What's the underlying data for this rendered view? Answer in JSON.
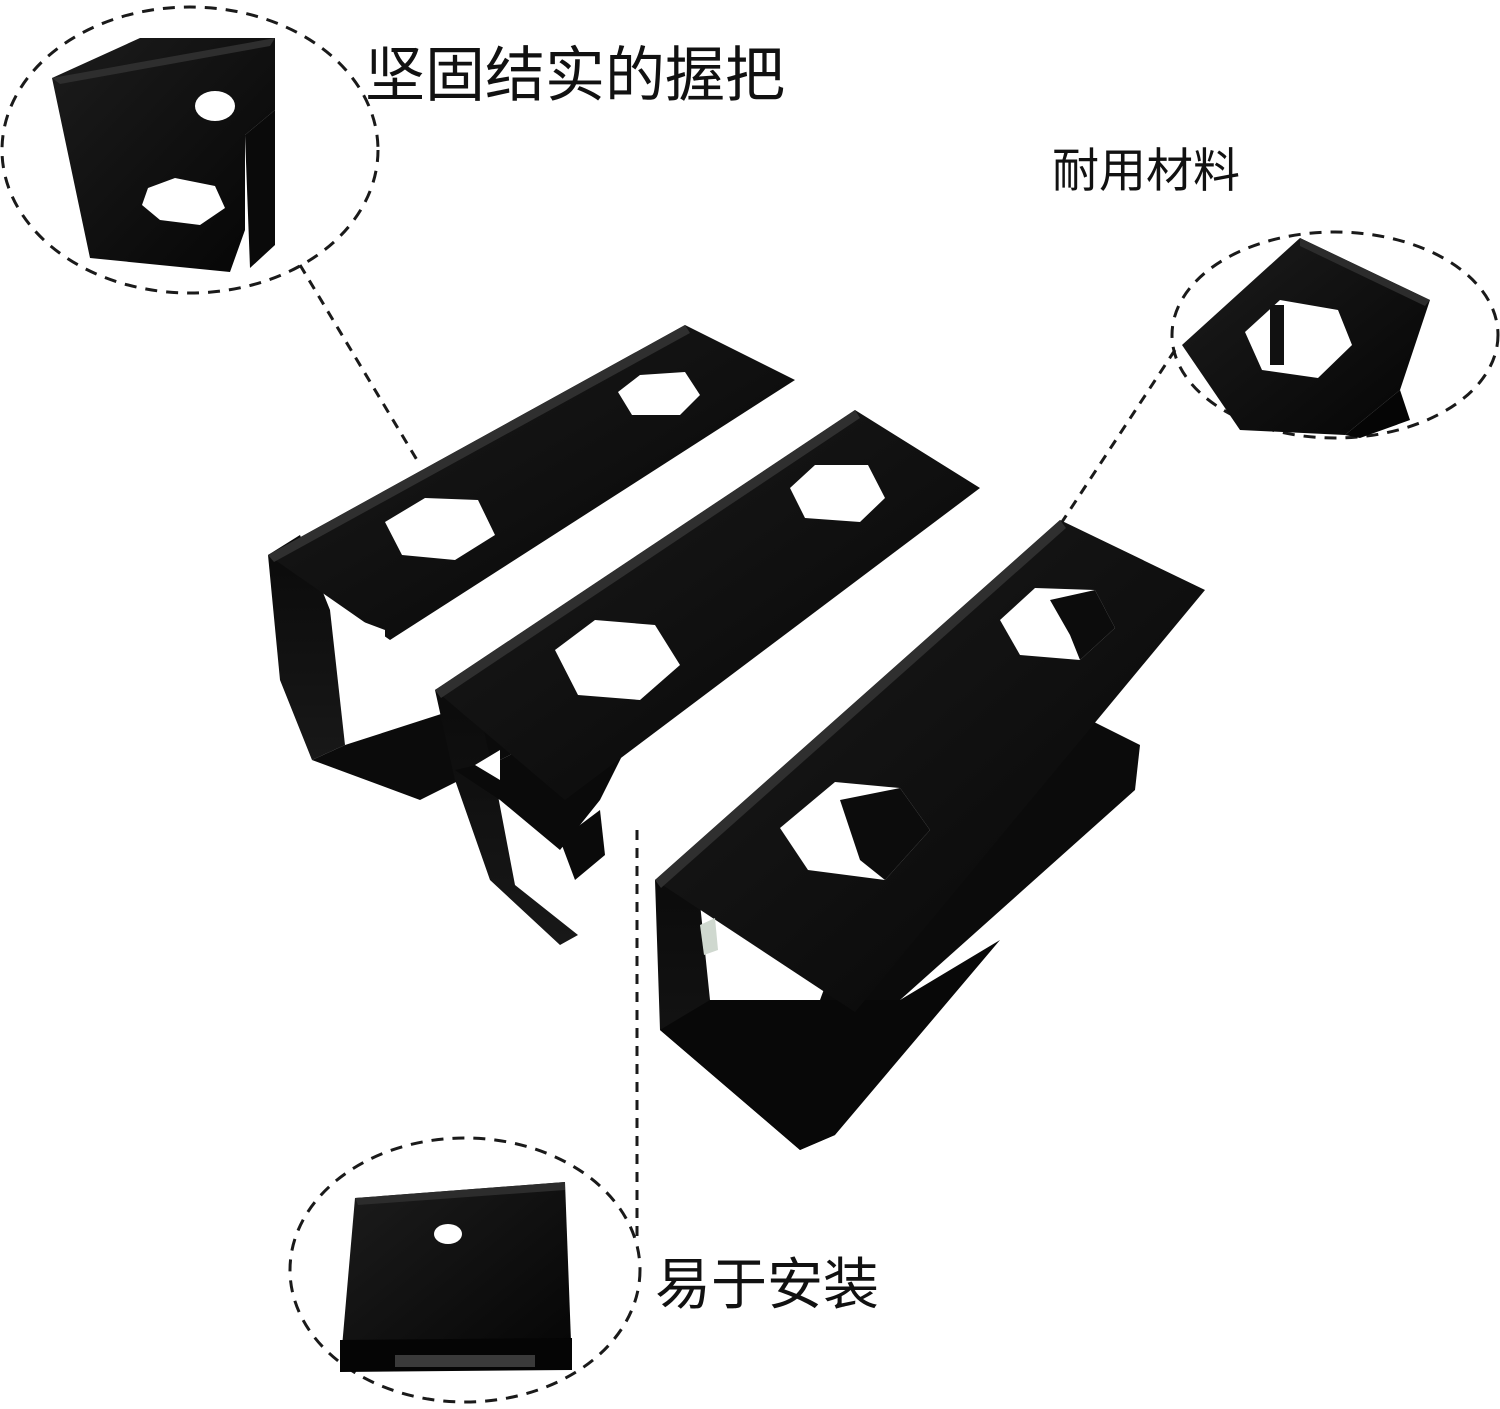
{
  "captions": {
    "grip": "坚固结实的握把",
    "material": "耐用材料",
    "install": "易于安装"
  },
  "colors": {
    "background": "#ffffff",
    "metal": "#0d0d0d",
    "metal_edge": "#2a2a2a",
    "callout_line": "#1a1a1a",
    "text": "#111111"
  }
}
